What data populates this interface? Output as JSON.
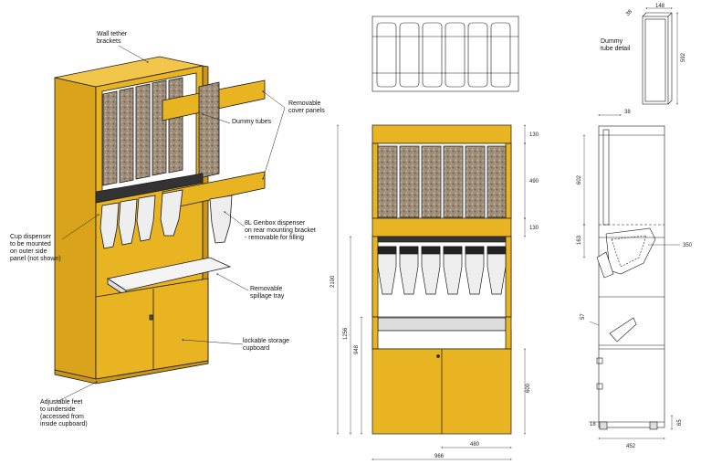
{
  "callouts": {
    "wall_tether": "Wall tether\nbrackets",
    "cover_panels": "Removable\ncover panels",
    "dummy_tubes": "Dummy tubes",
    "cup_dispenser": "Cup dispenser\nto be mounted\non outer side\npanel (not shown)",
    "genbox": "8L Genbox dispenser\non rear mounting bracket\n- removable for filling",
    "spillage_tray": "Removable\nspillage tray",
    "storage": "lockable storage\ncupboard",
    "feet": "Adjustable feet\nto underside\n(accessed from\ninside cupboard)",
    "tube_detail": "Dummy\ntube detail"
  },
  "dimensions": {
    "tube_w": "148",
    "tube_d": "38",
    "tube_h": "592",
    "front_130_top": "130",
    "front_490": "490",
    "front_130_mid": "130",
    "front_2100": "2100",
    "front_1256": "1256",
    "front_948": "948",
    "front_600": "600",
    "front_480": "480",
    "front_966": "966",
    "side_38": "38",
    "side_602": "602",
    "side_163": "163",
    "side_350": "350",
    "side_57": "57",
    "side_18": "18",
    "side_65": "65",
    "side_452": "452"
  },
  "colors": {
    "cabinet": "#E8B422",
    "cabinet_dark": "#C9961A",
    "tube_fill": "#9A8A78",
    "line": "#1a1a1a"
  }
}
